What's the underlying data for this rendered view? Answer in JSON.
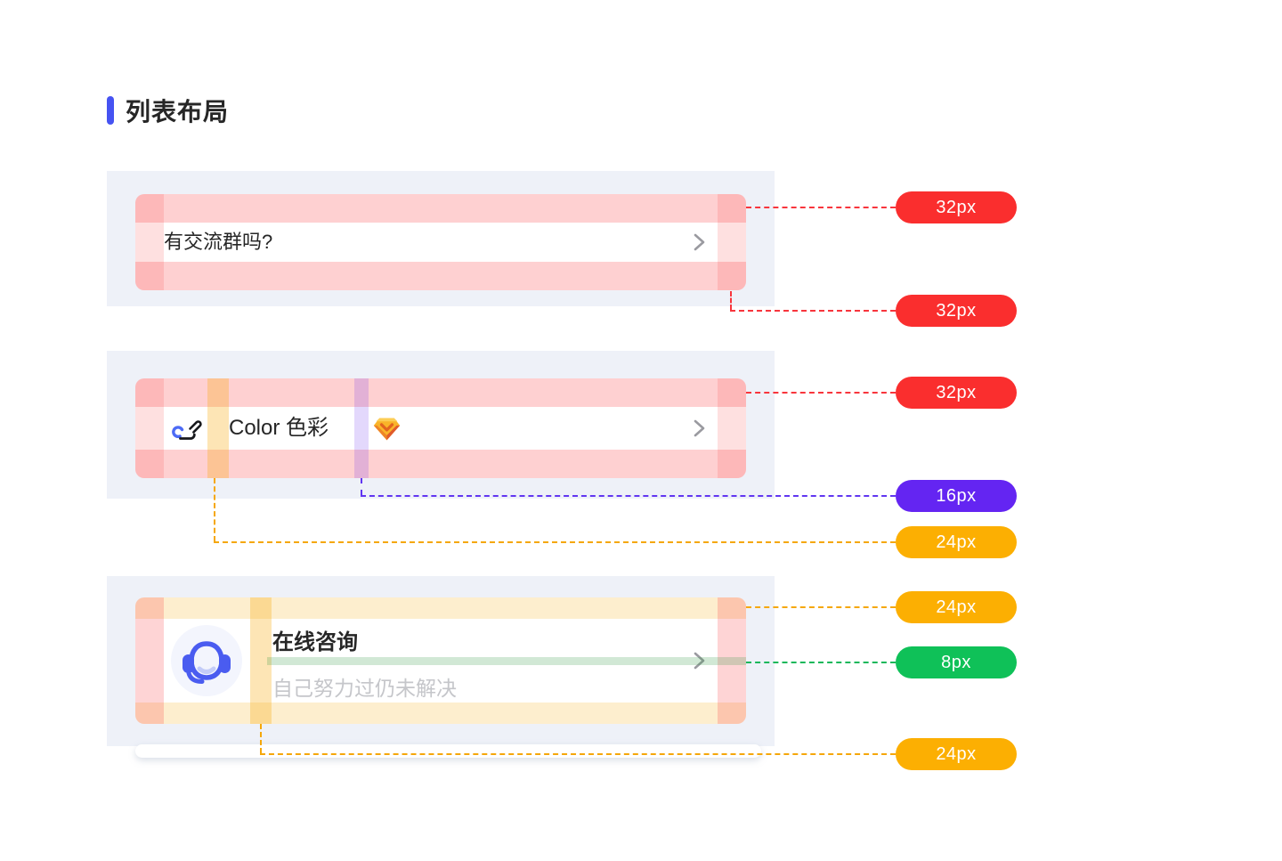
{
  "section": {
    "title": "列表布局"
  },
  "items": [
    {
      "text": "有交流群吗?"
    },
    {
      "text": "Color 色彩"
    },
    {
      "title": "在线咨询",
      "subtitle": "自己努力过仍未解决"
    }
  ],
  "pills": [
    {
      "label": "32px",
      "variant": "red"
    },
    {
      "label": "32px",
      "variant": "red"
    },
    {
      "label": "32px",
      "variant": "red"
    },
    {
      "label": "16px",
      "variant": "purple"
    },
    {
      "label": "24px",
      "variant": "amber"
    },
    {
      "label": "24px",
      "variant": "amber"
    },
    {
      "label": "8px",
      "variant": "green"
    },
    {
      "label": "24px",
      "variant": "amber"
    }
  ],
  "icons": {
    "list_item_1": "chevron-right-icon",
    "list_item_2_leading": "signature-pen-icon",
    "list_item_2_trailing_emoji": "orange-gem-icon",
    "list_item_3_leading": "headset-support-avatar"
  },
  "colors": {
    "accent_title_bar": "#4653f2",
    "card_background": "#eef1f8",
    "pill_red": "#fa2e2e",
    "pill_purple": "#6425f2",
    "pill_amber": "#fcaf02",
    "pill_green": "#0fc158",
    "overlay_pink": "#fa3c3e",
    "overlay_yellow": "#f7aa0a",
    "overlay_purple": "#6428f0",
    "overlay_green": "#2d9640",
    "subtitle_gray": "#c5c6ca"
  }
}
